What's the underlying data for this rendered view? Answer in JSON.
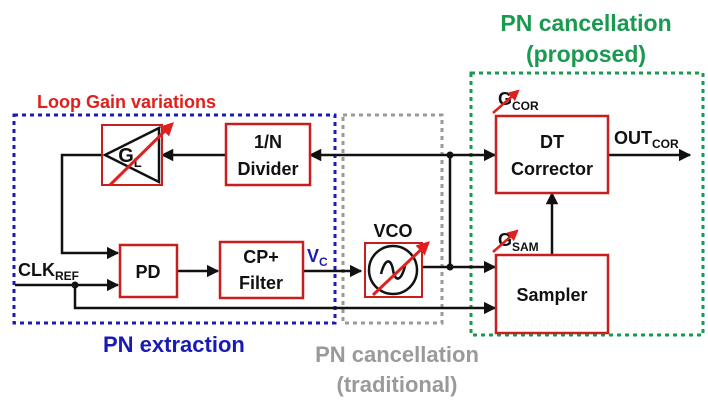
{
  "regions": {
    "proposed_line1": "PN cancellation",
    "proposed_line2": "(proposed)",
    "extraction": "PN extraction",
    "traditional_line1": "PN cancellation",
    "traditional_line2": "(traditional)",
    "loop_gain": "Loop Gain variations"
  },
  "blocks": {
    "divider_line1": "1/N",
    "divider_line2": "Divider",
    "pd": "PD",
    "cp_line1": "CP+",
    "cp_line2": "Filter",
    "dt_line1": "DT",
    "dt_line2": "Corrector",
    "sampler": "Sampler",
    "vco": "VCO",
    "gl_main": "G",
    "gl_sub": "L"
  },
  "signals": {
    "clk_main": "CLK",
    "clk_sub": "REF",
    "vc_main": "V",
    "vc_sub": "C",
    "out_main": "OUT",
    "out_sub": "COR",
    "gcor_main": "G",
    "gcor_sub": "COR",
    "gsam_main": "G",
    "gsam_sub": "SAM"
  },
  "colors": {
    "proposed": "#1a9a50",
    "extraction": "#1a1ab4",
    "traditional": "#9a9a9a",
    "loop_gain": "#e0201c",
    "block": "#c81e1e",
    "wire": "#111111"
  }
}
